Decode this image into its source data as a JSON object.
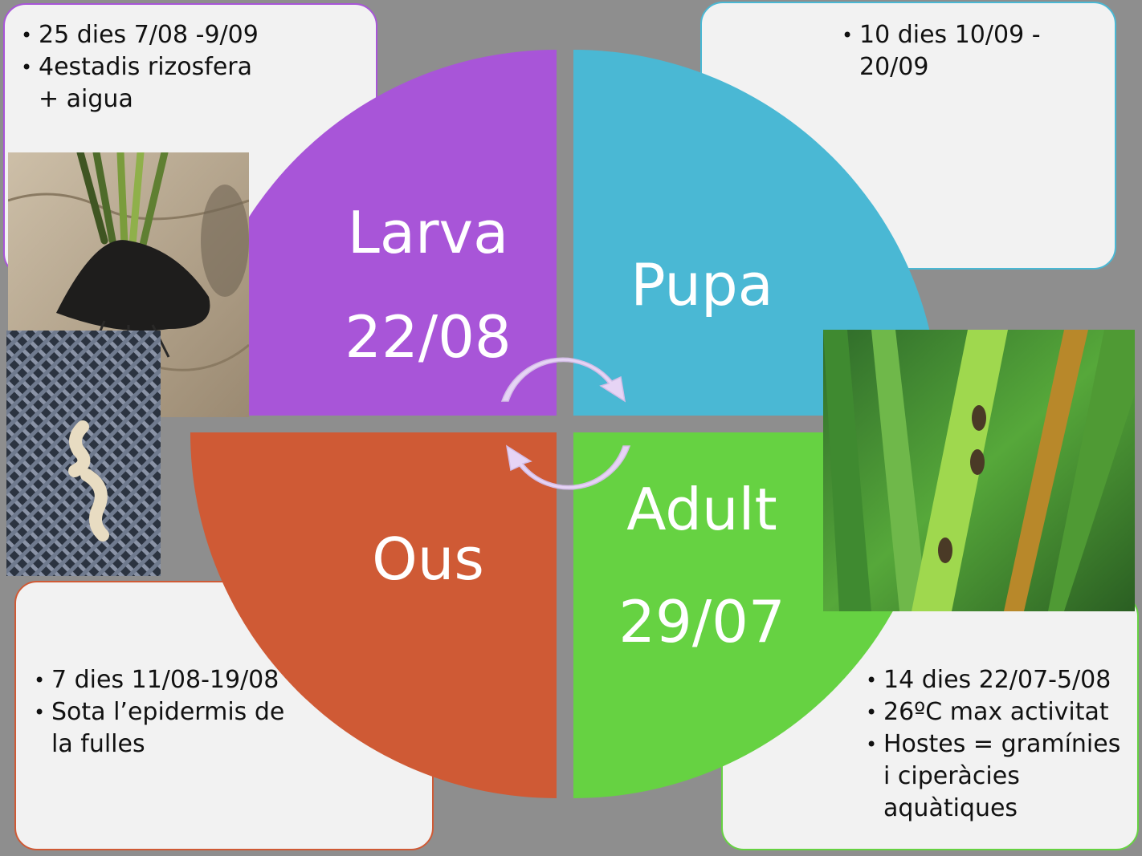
{
  "colors": {
    "background": "#8e8e8e",
    "larva": "#a855d8",
    "pupa": "#4ab8d4",
    "adult": "#66d242",
    "ous": "#cf5a35",
    "arrow": "#e6d4f5"
  },
  "cycle": {
    "larva": {
      "label": "Larva",
      "date": "22/08"
    },
    "pupa": {
      "label": "Pupa"
    },
    "adult": {
      "label": "Adult",
      "date": "29/07"
    },
    "ous": {
      "label": "Ous"
    }
  },
  "notes": {
    "larva": [
      "25 dies 7/08 -9/09",
      "4estadis rizosfera + aigua"
    ],
    "pupa": [
      "10 dies 10/09 - 20/09"
    ],
    "ous": [
      "7 dies 11/08-19/08",
      "Sota l’epidermis de la fulles"
    ],
    "adult": [
      "14 dies 22/07-5/08",
      "26ºC max activitat",
      "Hostes = gramínies i ciperàcies aquàtiques"
    ]
  },
  "images": {
    "root_photo": "rice-plant-roots-photo",
    "larvae_photo": "larvae-on-mesh-photo",
    "adult_photo": "weevils-on-rice-leaf-photo"
  }
}
